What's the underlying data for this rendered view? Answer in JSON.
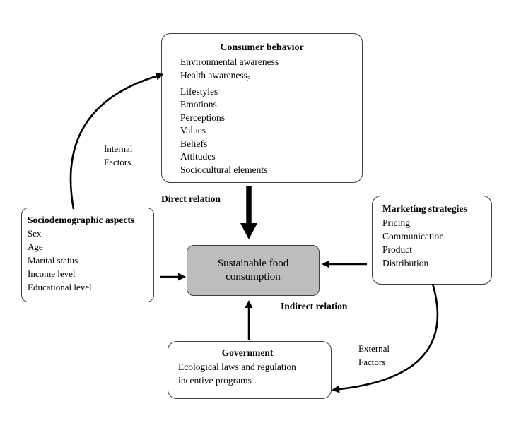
{
  "center_box": {
    "label": "Sustainable food consumption"
  },
  "boxes": {
    "consumer_behavior": {
      "title": "Consumer behavior",
      "items": [
        "Environmental awareness",
        "Health awareness",
        "Lifestyles",
        "Emotions",
        "Perceptions",
        "Values",
        "Beliefs",
        "Attitudes",
        "Sociocultural elements"
      ],
      "health_awareness_sub": "3"
    },
    "sociodemographic": {
      "title": "Sociodemographic aspects",
      "items": [
        "Sex",
        "Age",
        "Marital status",
        "Income level",
        "Educational level"
      ]
    },
    "marketing": {
      "title": "Marketing strategies",
      "items": [
        "Pricing",
        "Communication",
        "Product",
        "Distribution"
      ]
    },
    "government": {
      "title": "Government",
      "items": [
        "Ecological laws and regulation",
        "incentive programs"
      ]
    }
  },
  "labels": {
    "direct_relation": "Direct relation",
    "indirect_relation": "Indirect relation",
    "internal_factors": "Internal\nFactors",
    "external_factors": "External\nFactors"
  },
  "colors": {
    "center_fill": "#bdbdbd",
    "arrow": "#000000"
  }
}
